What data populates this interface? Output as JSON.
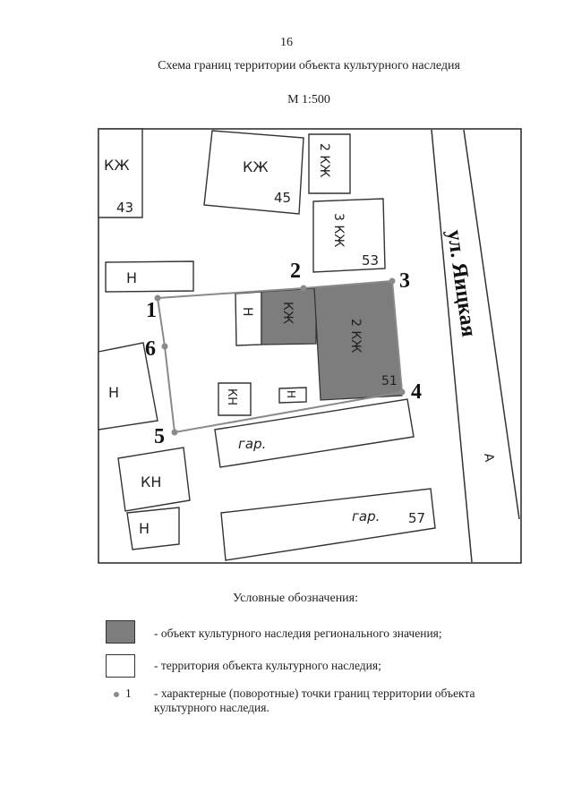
{
  "page": {
    "number": "16",
    "title": "Схема границ территории объекта культурного наследия",
    "scale": "М 1:500"
  },
  "map": {
    "street_name": "ул. Яицкая",
    "street_marker": "А",
    "buildings": {
      "b43_label": "КЖ",
      "b43_number": "43",
      "b45_label": "КЖ",
      "b45_number": "45",
      "b_2kzh_label": "2 КЖ",
      "b53_label": "3 КЖ",
      "b53_number": "53",
      "b_n_top": "Н",
      "b_n_inside": "Н",
      "heritage_1_label": "КЖ",
      "heritage_2_label": "2 КЖ",
      "heritage_2_number": "51",
      "b_kn_inside": "КН",
      "b_n_small_inside": "Н",
      "b_n_left": "Н",
      "garage_1": "гар.",
      "b_kn_bottom": "КН",
      "b_n_bottom": "Н",
      "garage_2": "гар.",
      "garage_2_number": "57"
    },
    "points": [
      "1",
      "2",
      "3",
      "4",
      "5",
      "6"
    ]
  },
  "legend": {
    "title": "Условные обозначения:",
    "heritage": "- объект культурного наследия регионального значения;",
    "territory": "- территория объекта культурного наследия;",
    "point_sample": "1",
    "points_line1": "- характерные (поворотные) точки границ территории объекта",
    "points_line2": "культурного наследия."
  },
  "colors": {
    "heritage_fill": "#7d7d7d",
    "point_dot": "#8a8a8a",
    "boundary": "#8a8a8a"
  }
}
